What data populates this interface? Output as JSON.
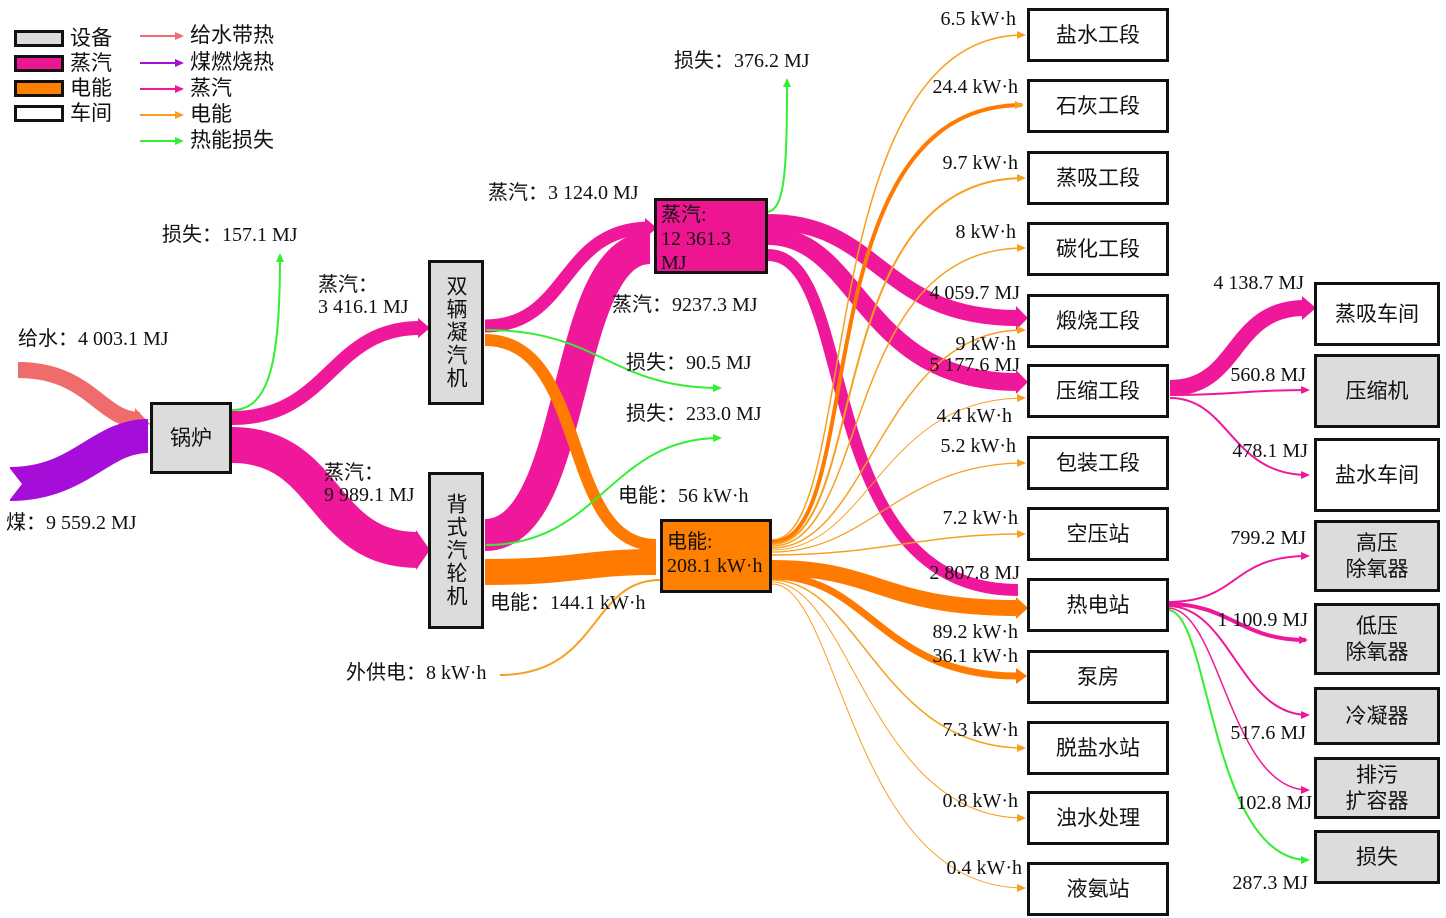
{
  "legend": {
    "nodes": [
      {
        "label": "设备",
        "color": "#dcdcdc"
      },
      {
        "label": "蒸汽",
        "color": "#ee1592"
      },
      {
        "label": "电能",
        "color": "#ff7f00"
      },
      {
        "label": "车间",
        "color": "#ffffff"
      }
    ],
    "flows": [
      {
        "label": "给水带热",
        "color": "#f06c6c"
      },
      {
        "label": "煤燃烧热",
        "color": "#a50ed8"
      },
      {
        "label": "蒸汽",
        "color": "#f0189a"
      },
      {
        "label": "电能",
        "color": "#f7a020"
      },
      {
        "label": "热能损失",
        "color": "#33ee33"
      }
    ]
  },
  "nodes": {
    "boiler": "锅炉",
    "double_turbine": "双辆凝汽机",
    "back_turbine": "背式汽轮机",
    "steam_hub": "蒸汽:\n12 361.3 MJ",
    "elec_hub": "电能:\n208.1 kW·h",
    "salt_sec": "盐水工段",
    "lime_sec": "石灰工段",
    "steam_abs_sec": "蒸吸工段",
    "carb_sec": "碳化工段",
    "calc_sec": "煅烧工段",
    "comp_sec": "压缩工段",
    "pack_sec": "包装工段",
    "air_station": "空压站",
    "power_station": "热电站",
    "pump_room": "泵房",
    "desalt_station": "脱盐水站",
    "turbid_treat": "浊水处理",
    "ammonia_station": "液氨站",
    "steam_abs_ws": "蒸吸车间",
    "compressor": "压缩机",
    "salt_ws": "盐水车间",
    "hp_deaerator": "高压\n除氧器",
    "lp_deaerator": "低压\n除氧器",
    "condenser": "冷凝器",
    "blowdown": "排污\n扩容器",
    "loss_box": "损失"
  },
  "labels": {
    "feed_water": "给水：4 003.1 MJ",
    "coal": "煤：9 559.2 MJ",
    "loss_boiler": "损失：157.1 MJ",
    "steam_to_double": "蒸汽：\n3 416.1 MJ",
    "steam_to_back": "蒸汽：\n9 989.1 MJ",
    "steam_double_to_hub": "蒸汽：3 124.0 MJ",
    "steam_back_to_hub": "蒸汽：9237.3 MJ",
    "loss_376": "损失：376.2 MJ",
    "loss_90": "损失：90.5 MJ",
    "loss_233": "损失：233.0 MJ",
    "elec_double": "电能：56 kW·h",
    "elec_back": "电能：144.1 kW·h",
    "ext_power": "外供电：8 kW·h",
    "f_salt": "6.5 kW·h",
    "f_lime": "24.4 kW·h",
    "f_steamabs": "9.7 kW·h",
    "f_carb": "8 kW·h",
    "f_calc_steam": "4 059.7 MJ",
    "f_calc_elec": "9 kW·h",
    "f_comp_steam": "5 177.6 MJ",
    "f_comp_elec": "4.4 kW·h",
    "f_pack": "5.2 kW·h",
    "f_air": "7.2 kW·h",
    "f_power_steam": "2 807.8 MJ",
    "f_power_elec": "89.2 kW·h",
    "f_pump": "36.1 kW·h",
    "f_desalt": "7.3 kW·h",
    "f_turbid": "0.8 kW·h",
    "f_ammonia": "0.4 kW·h",
    "f_steamabs_ws": "4 138.7 MJ",
    "f_compressor": "560.8 MJ",
    "f_salt_ws": "478.1 MJ",
    "f_hp": "799.2 MJ",
    "f_lp": "1 100.9 MJ",
    "f_condenser": "517.6 MJ",
    "f_blowdown": "102.8 MJ",
    "f_loss_box": "287.3 MJ"
  },
  "colors": {
    "steam": "#f0189a",
    "electric": "#ff7a00",
    "electric_thin": "#f7a020",
    "feed": "#f06c6c",
    "coal": "#a50ed8",
    "loss": "#33ee33"
  }
}
